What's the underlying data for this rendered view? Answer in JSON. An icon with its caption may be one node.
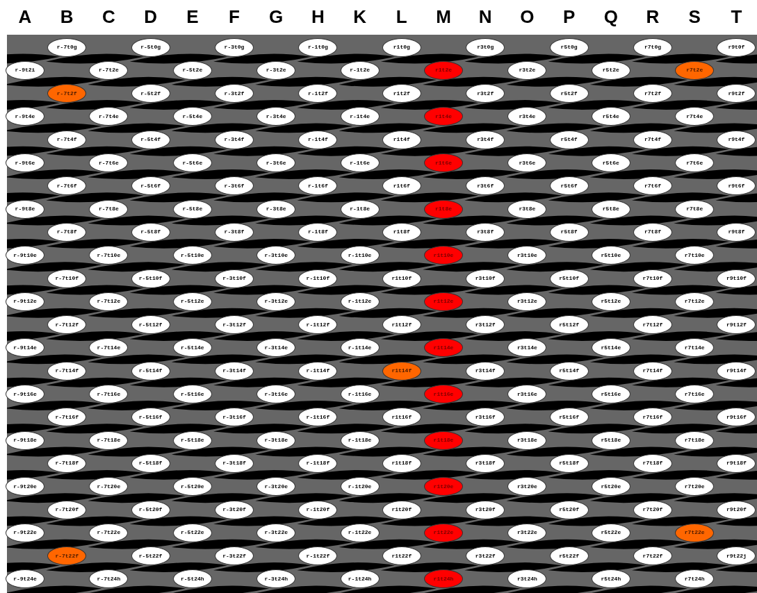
{
  "diagram": {
    "nodes": [
      {
        "text": [
          "r-7t0g"
        ]
      },
      {
        "text": [
          "r-5t0g"
        ]
      },
      {
        "text": [
          "r-3t0g"
        ]
      },
      {
        "text": [
          "r-1t0g"
        ]
      },
      {
        "text": [
          "r1t0g"
        ]
      },
      {
        "text": [
          "r3t0g"
        ]
      },
      {
        "text": [
          "r5t0g"
        ]
      },
      {
        "text": [
          "r7t0g"
        ]
      },
      {
        "text": [
          "r9t0f"
        ]
      },
      {
        "text": [
          "r-9t2i"
        ]
      },
      {
        "text": [
          "r-7t2e"
        ]
      },
      {
        "text": [
          "r-5t2e"
        ]
      },
      {
        "text": [
          "r-3t2e"
        ]
      },
      {
        "text": [
          "r-1t2e"
        ]
      },
      {
        "text": [
          "r1t2e"
        ]
      },
      {
        "text": [
          "r3t2e"
        ]
      },
      {
        "text": [
          "r5t2e"
        ]
      },
      {
        "text": [
          "r7t2e"
        ]
      },
      {
        "text": [
          "r-7t2f"
        ]
      },
      {
        "text": [
          "r-5t2f"
        ]
      },
      {
        "text": [
          "r-3t2f"
        ]
      },
      {
        "text": [
          "r-1t2f"
        ]
      },
      {
        "text": [
          "r1t2f"
        ]
      },
      {
        "text": [
          "r3t2f"
        ]
      },
      {
        "text": [
          "r5t2f"
        ]
      },
      {
        "text": [
          "r7t2f"
        ]
      },
      {
        "text": [
          "r9t2f"
        ]
      },
      {
        "text": [
          "r-9t4e"
        ]
      },
      {
        "text": [
          "r-7t4e"
        ]
      },
      {
        "text": [
          "r-5t4e"
        ]
      },
      {
        "text": [
          "r-3t4e"
        ]
      },
      {
        "text": [
          "r-1t4e"
        ]
      },
      {
        "text": [
          "r1t4e"
        ]
      },
      {
        "text": [
          "r3t4e"
        ]
      },
      {
        "text": [
          "r5t4e"
        ]
      },
      {
        "text": [
          "r7t4e"
        ]
      },
      {
        "text": [
          "r-7t4f"
        ]
      },
      {
        "text": [
          "r-5t4f"
        ]
      },
      {
        "text": [
          "r-3t4f"
        ]
      },
      {
        "text": [
          "r-1t4f"
        ]
      },
      {
        "text": [
          "r1t4f"
        ]
      },
      {
        "text": [
          "r3t4f"
        ]
      },
      {
        "text": [
          "r5t4f"
        ]
      },
      {
        "text": [
          "r7t4f"
        ]
      },
      {
        "text": [
          "r9t4f"
        ]
      },
      {
        "text": [
          "r-9t6e"
        ]
      },
      {
        "text": [
          "r-7t6e"
        ]
      },
      {
        "text": [
          "r-5t6e"
        ]
      },
      {
        "text": [
          "r-3t6e"
        ]
      },
      {
        "text": [
          "r-1t6e"
        ]
      },
      {
        "text": [
          "r1t6e"
        ]
      },
      {
        "text": [
          "r3t6e"
        ]
      },
      {
        "text": [
          "r5t6e"
        ]
      },
      {
        "text": [
          "r7t6e"
        ]
      },
      {
        "text": [
          "r-7t6f"
        ]
      },
      {
        "text": [
          "r-5t6f"
        ]
      },
      {
        "text": [
          "r-3t6f"
        ]
      },
      {
        "text": [
          "r-1t6f"
        ]
      },
      {
        "text": [
          "r1t6f"
        ]
      },
      {
        "text": [
          "r3t6f"
        ]
      },
      {
        "text": [
          "r5t6f"
        ]
      },
      {
        "text": [
          "r7t6f"
        ]
      },
      {
        "text": [
          "r9t6f"
        ]
      },
      {
        "text": [
          "r-9t8e"
        ]
      },
      {
        "text": [
          "r-7t8e"
        ]
      },
      {
        "text": [
          "r-5t8e"
        ]
      },
      {
        "text": [
          "r-3t8e"
        ]
      },
      {
        "text": [
          "r-1t8e"
        ]
      },
      {
        "text": [
          "r1t8e"
        ]
      },
      {
        "text": [
          "r3t8e"
        ]
      },
      {
        "text": [
          "r5t8e"
        ]
      },
      {
        "text": [
          "r7t8e"
        ]
      },
      {
        "text": [
          "r-7t8f"
        ]
      },
      {
        "text": [
          "r-5t8f"
        ]
      },
      {
        "text": [
          "r-3t8f"
        ]
      },
      {
        "text": [
          "r-1t8f"
        ]
      },
      {
        "text": [
          "r1t8f"
        ]
      },
      {
        "text": [
          "r3t8f"
        ]
      },
      {
        "text": [
          "r5t8f"
        ]
      },
      {
        "text": [
          "r7t8f"
        ]
      },
      {
        "text": [
          "r9t8f"
        ]
      },
      {
        "text": [
          "r-9t10e"
        ]
      },
      {
        "text": [
          "r-7t10e"
        ]
      },
      {
        "text": [
          "r-5t10e"
        ]
      },
      {
        "text": [
          "r-3t10e"
        ]
      },
      {
        "text": [
          "r-1t10e"
        ]
      },
      {
        "text": [
          "r1t10e"
        ]
      },
      {
        "text": [
          "r3t10e"
        ]
      },
      {
        "text": [
          "r5t10e"
        ]
      },
      {
        "text": [
          "r7t10e"
        ]
      },
      {
        "text": [
          "r-7t10f"
        ]
      },
      {
        "text": [
          "r-5t10f"
        ]
      },
      {
        "text": [
          "r-3t10f"
        ]
      },
      {
        "text": [
          "r-1t10f"
        ]
      },
      {
        "text": [
          "r1t10f"
        ]
      },
      {
        "text": [
          "r3t10f"
        ]
      },
      {
        "text": [
          "r5t10f"
        ]
      },
      {
        "text": [
          "r7t10f"
        ]
      },
      {
        "text": [
          "r9t10f"
        ]
      },
      {
        "text": [
          "r-9t12e"
        ]
      },
      {
        "text": [
          "r-7t12e"
        ]
      },
      {
        "text": [
          "r-5t12e"
        ]
      },
      {
        "text": [
          "r-3t12e"
        ]
      },
      {
        "text": [
          "r-1t12e"
        ]
      },
      {
        "text": [
          "r1t12e"
        ]
      },
      {
        "text": [
          "r3t12e"
        ]
      },
      {
        "text": [
          "r5t12e"
        ]
      },
      {
        "text": [
          "r7t12e"
        ]
      },
      {
        "text": [
          "r-7t12f"
        ]
      },
      {
        "text": [
          "r-5t12f"
        ]
      },
      {
        "text": [
          "r-3t12f"
        ]
      },
      {
        "text": [
          "r-1t12f"
        ]
      },
      {
        "text": [
          "r1t12f"
        ]
      },
      {
        "text": [
          "r3t12f"
        ]
      },
      {
        "text": [
          "r5t12f"
        ]
      },
      {
        "text": [
          "r7t12f"
        ]
      },
      {
        "text": [
          "r9t12f"
        ]
      },
      {
        "text": [
          "r-9t14e"
        ]
      },
      {
        "text": [
          "r-7t14e"
        ]
      },
      {
        "text": [
          "r-5t14e"
        ]
      },
      {
        "text": [
          "r-3t14e"
        ]
      },
      {
        "text": [
          "r-1t14e"
        ]
      },
      {
        "text": [
          "r1t14e"
        ]
      },
      {
        "text": [
          "r3t14e"
        ]
      },
      {
        "text": [
          "r5t14e"
        ]
      },
      {
        "text": [
          "r7t14e"
        ]
      },
      {
        "text": [
          "r-7t14f"
        ]
      },
      {
        "text": [
          "r-5t14f"
        ]
      },
      {
        "text": [
          "r-3t14f"
        ]
      },
      {
        "text": [
          "r-1t14f"
        ]
      },
      {
        "text": [
          "r1t14f"
        ]
      },
      {
        "text": [
          "r3t14f"
        ]
      },
      {
        "text": [
          "r5t14f"
        ]
      },
      {
        "text": [
          "r7t14f"
        ]
      },
      {
        "text": [
          "r9t14f"
        ]
      },
      {
        "text": [
          "r-9t16e"
        ]
      },
      {
        "text": [
          "r-7t16e"
        ]
      },
      {
        "text": [
          "r-5t16e"
        ]
      },
      {
        "text": [
          "r-3t16e"
        ]
      },
      {
        "text": [
          "r-1t16e"
        ]
      },
      {
        "text": [
          "r1t16e"
        ]
      },
      {
        "text": [
          "r3t16e"
        ]
      },
      {
        "text": [
          "r5t16e"
        ]
      },
      {
        "text": [
          "r7t16e"
        ]
      },
      {
        "text": [
          "r-7t16f"
        ]
      },
      {
        "text": [
          "r-5t16f"
        ]
      },
      {
        "text": [
          "r-3t16f"
        ]
      },
      {
        "text": [
          "r-1t16f"
        ]
      },
      {
        "text": [
          "r1t16f"
        ]
      },
      {
        "text": [
          "r3t16f"
        ]
      },
      {
        "text": [
          "r5t16f"
        ]
      },
      {
        "text": [
          "r7t16f"
        ]
      },
      {
        "text": [
          "r9t16f"
        ]
      },
      {
        "text": [
          "r-9t18e"
        ]
      },
      {
        "text": [
          "r-7t18e"
        ]
      },
      {
        "text": [
          "r-5t18e"
        ]
      },
      {
        "text": [
          "r-3t18e"
        ]
      },
      {
        "text": [
          "r-1t18e"
        ]
      },
      {
        "text": [
          "r1t18e"
        ]
      },
      {
        "text": [
          "r3t18e"
        ]
      },
      {
        "text": [
          "r5t18e"
        ]
      },
      {
        "text": [
          "r7t18e"
        ]
      },
      {
        "text": [
          "r-7t18f"
        ]
      },
      {
        "text": [
          "r-5t18f"
        ]
      },
      {
        "text": [
          "r-3t18f"
        ]
      },
      {
        "text": [
          "r-1t18f"
        ]
      },
      {
        "text": [
          "r1t18f"
        ]
      },
      {
        "text": [
          "r3t18f"
        ]
      },
      {
        "text": [
          "r5t18f"
        ]
      },
      {
        "text": [
          "r7t18f"
        ]
      },
      {
        "text": [
          "r9t18f"
        ]
      },
      {
        "text": [
          "r-9t20e"
        ]
      },
      {
        "text": [
          "r-7t20e"
        ]
      },
      {
        "text": [
          "r-5t20e"
        ]
      },
      {
        "text": [
          "r-3t20e"
        ]
      },
      {
        "text": [
          "r-1t20e"
        ]
      },
      {
        "text": [
          "r1t20e"
        ]
      },
      {
        "text": [
          "r3t20e"
        ]
      },
      {
        "text": [
          "r5t20e"
        ]
      },
      {
        "text": [
          "r7t20e"
        ]
      },
      {
        "text": [
          "r-7t20f"
        ]
      },
      {
        "text": [
          "r-5t20f"
        ]
      },
      {
        "text": [
          "r-3t20f"
        ]
      },
      {
        "text": [
          "r-1t20f"
        ]
      },
      {
        "text": [
          "r1t20f"
        ]
      },
      {
        "text": [
          "r3t20f"
        ]
      },
      {
        "text": [
          "r5t20f"
        ]
      },
      {
        "text": [
          "r7t20f"
        ]
      },
      {
        "text": [
          "r9t20f"
        ]
      },
      {
        "text": [
          "r-9t22e"
        ]
      },
      {
        "text": [
          "r-7t22e"
        ]
      },
      {
        "text": [
          "r-5t22e"
        ]
      },
      {
        "text": [
          "r-3t22e"
        ]
      },
      {
        "text": [
          "r-1t22e"
        ]
      },
      {
        "text": [
          "r1t22e"
        ]
      },
      {
        "text": [
          "r3t22e"
        ]
      },
      {
        "text": [
          "r5t22e"
        ]
      },
      {
        "text": [
          "r7t22e"
        ]
      },
      {
        "text": [
          "r-7t22f"
        ]
      },
      {
        "text": [
          "r-5t22f"
        ]
      },
      {
        "text": [
          "r-3t22f"
        ]
      },
      {
        "text": [
          "r-1t22f"
        ]
      },
      {
        "text": [
          "r1t22f"
        ]
      },
      {
        "text": [
          "r3t22f"
        ]
      },
      {
        "text": [
          "r5t22f"
        ]
      },
      {
        "text": [
          "r7t22f"
        ]
      },
      {
        "text": [
          "r9t22j"
        ]
      },
      {
        "text": [
          "r-9t24e"
        ]
      },
      {
        "text": [
          "r-7t24h"
        ]
      },
      {
        "text": [
          "r-5t24h"
        ]
      },
      {
        "text": [
          "r-3t24h"
        ]
      },
      {
        "text": [
          "r-1t24h"
        ]
      },
      {
        "text": [
          "r1t24h"
        ]
      },
      {
        "text": [
          "r3t24h"
        ]
      },
      {
        "text": [
          "r5t24h"
        ]
      },
      {
        "text": [
          "r7t24h"
        ]
      }
    ],
    "labels": [
      "A",
      "B",
      "C",
      "D",
      "E",
      "F",
      "G",
      "H",
      "K",
      "L",
      "M",
      "N",
      "O",
      "P",
      "Q",
      "R",
      "S",
      "T"
    ]
  }
}
